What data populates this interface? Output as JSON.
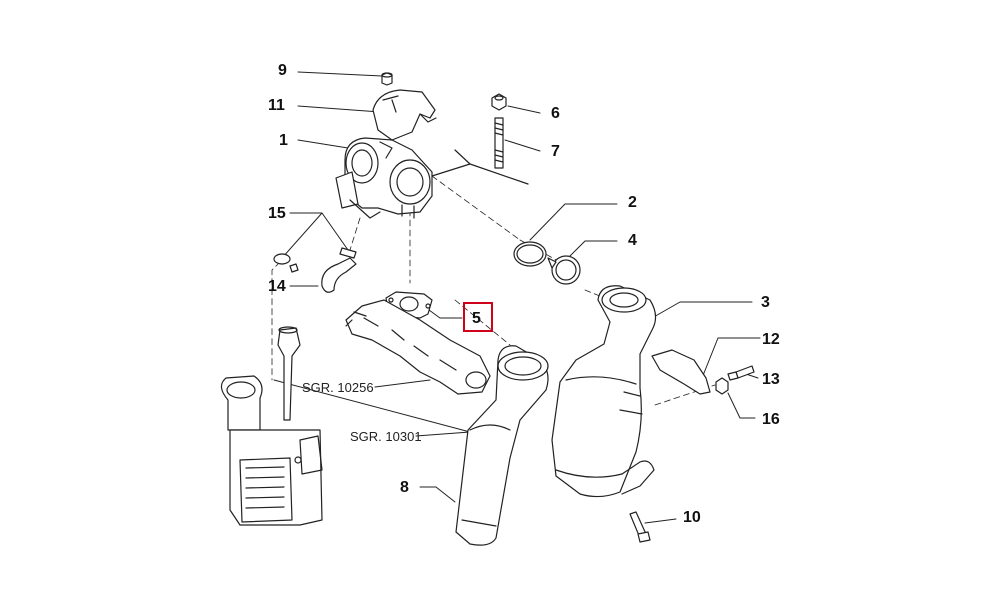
{
  "colors": {
    "highlight": "#d0021b",
    "line": "#222222",
    "part_fill": "#ffffff",
    "part_shade": "#d9d9d9"
  },
  "callouts": {
    "c1": "1",
    "c2": "2",
    "c3": "3",
    "c4": "4",
    "c5": "5",
    "c6": "6",
    "c7": "7",
    "c8": "8",
    "c9": "9",
    "c10": "10",
    "c11": "11",
    "c12": "12",
    "c13": "13",
    "c14": "14",
    "c15": "15",
    "c16": "16"
  },
  "references": {
    "r10256": "SGR. 10256",
    "r10301": "SGR. 10301"
  },
  "highlighted_part": "5"
}
